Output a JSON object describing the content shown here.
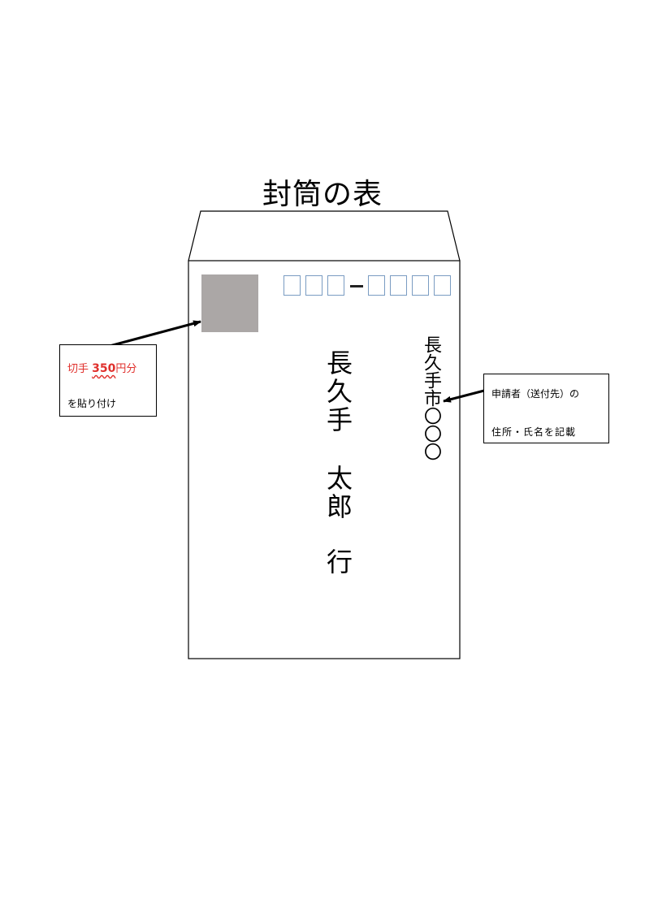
{
  "title": "封筒の表",
  "postal_code": {
    "first_boxes": 3,
    "second_boxes": 4,
    "separator": "-"
  },
  "recipient": {
    "city": "長久手",
    "given_name": "太郎",
    "suffix": "行"
  },
  "sender": {
    "address": "長久手市〇〇〇"
  },
  "stamp_note": {
    "prefix": "切手",
    "amount": "350",
    "unit": "円分",
    "line2": "を貼り付け"
  },
  "sender_note": {
    "line1": "申請者（送付先）の",
    "line2": "住所・氏名を記載"
  },
  "colors": {
    "stamp_fill": "#aba7a6",
    "postal_box_border": "#7a9cc2",
    "note_highlight": "#e0302c"
  }
}
